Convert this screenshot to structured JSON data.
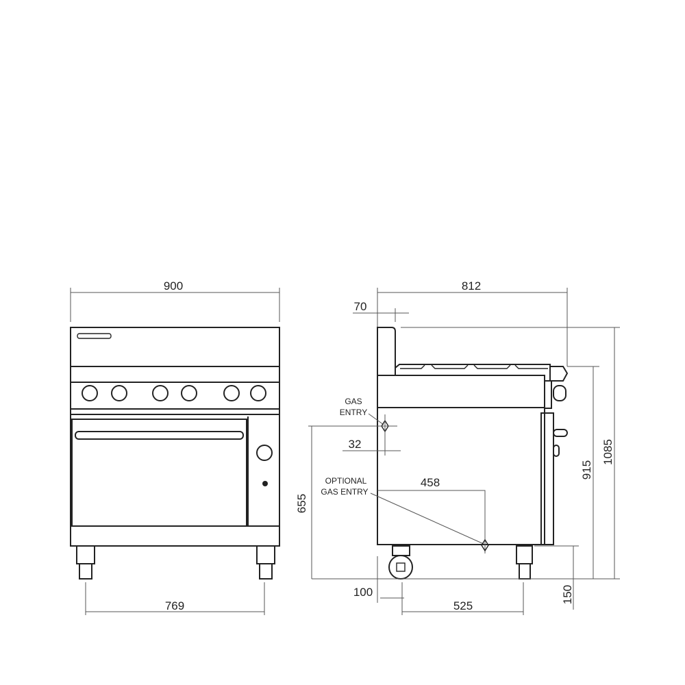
{
  "front_view": {
    "dimensions": {
      "overall_width": "900",
      "leg_span": "769"
    }
  },
  "side_view": {
    "dimensions": {
      "overall_depth": "812",
      "splashback_depth": "70",
      "gas_entry_offset": "32",
      "gas_entry_height": "655",
      "optional_gas_entry_depth": "458",
      "castor_offset": "100",
      "leg_span": "525",
      "leg_height": "150",
      "working_height": "915",
      "overall_height": "1085"
    },
    "labels": {
      "gas_entry_line1": "GAS",
      "gas_entry_line2": "ENTRY",
      "optional_line1": "OPTIONAL",
      "optional_line2": "GAS ENTRY"
    }
  }
}
